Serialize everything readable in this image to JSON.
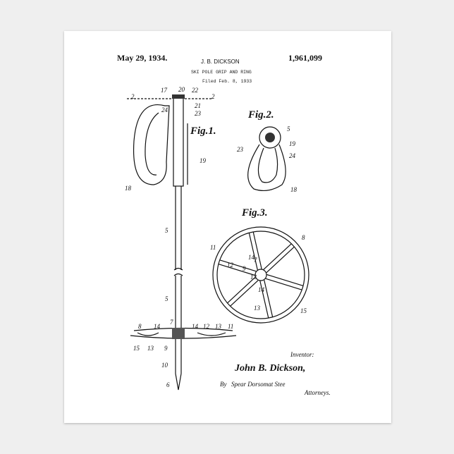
{
  "header": {
    "date": "May 29, 1934.",
    "inventor": "J. B. DICKSON",
    "patent_number": "1,961,099",
    "title": "SKI POLE GRIP AND RING",
    "filed": "Filed Feb. 8, 1933"
  },
  "figures": {
    "fig1": {
      "caption": "Fig.1.",
      "labels": [
        "2",
        "17",
        "20",
        "22",
        "2",
        "24",
        "21",
        "23",
        "19",
        "18",
        "5",
        "5",
        "8",
        "14",
        "7",
        "14",
        "12",
        "13",
        "11",
        "15",
        "13",
        "9",
        "10",
        "6"
      ]
    },
    "fig2": {
      "caption": "Fig.2.",
      "labels": [
        "5",
        "23",
        "19",
        "24",
        "18"
      ]
    },
    "fig3": {
      "caption": "Fig.3.",
      "labels": [
        "8",
        "11",
        "12",
        "14",
        "7",
        "9",
        "13",
        "14",
        "13",
        "15"
      ]
    }
  },
  "signature": {
    "inventor_label": "Inventor:",
    "inventor_name": "John B. Dickson,",
    "by": "By",
    "attorney_signature": "Spear Dorsomat Stee",
    "attorneys_label": "Attorneys."
  }
}
